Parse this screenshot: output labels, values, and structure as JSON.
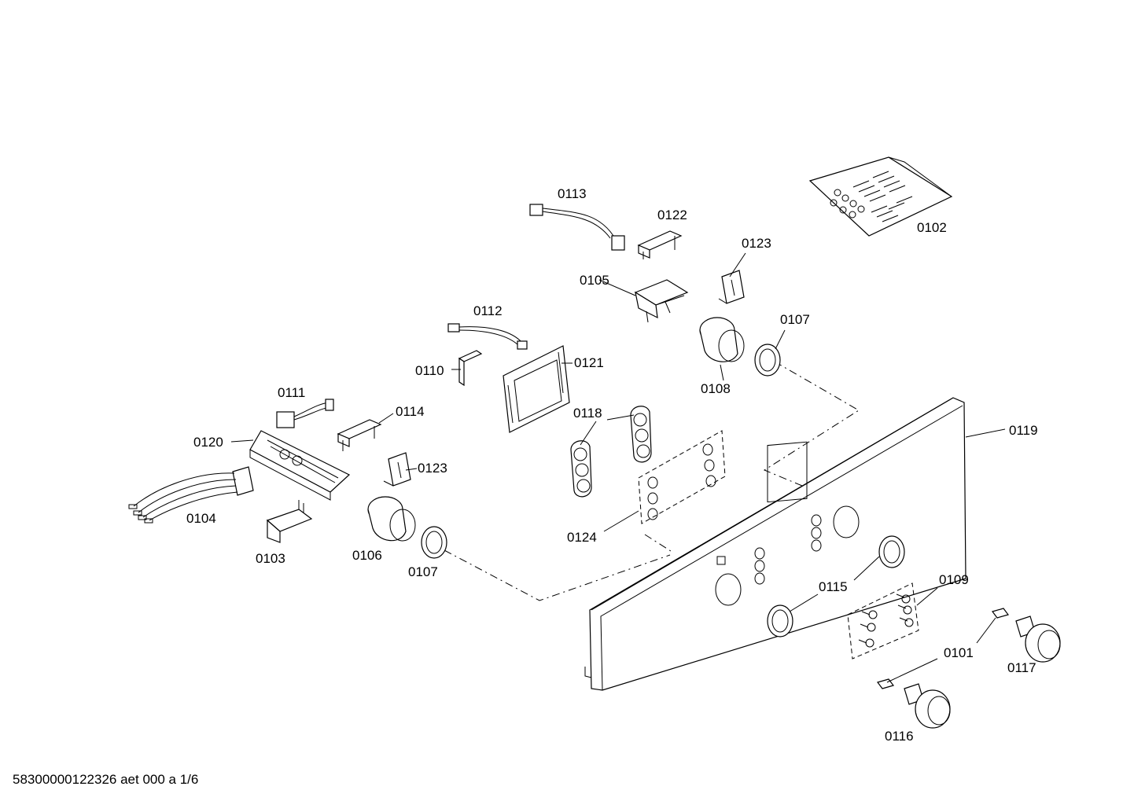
{
  "labels": {
    "p0113": "0113",
    "p0122": "0122",
    "p0102": "0102",
    "p0123a": "0123",
    "p0105": "0105",
    "p0107a": "0107",
    "p0112": "0112",
    "p0110": "0110",
    "p0121": "0121",
    "p0108": "0108",
    "p0111": "0111",
    "p0114": "0114",
    "p0118": "0118",
    "p0119": "0119",
    "p0120": "0120",
    "p0123b": "0123",
    "p0104": "0104",
    "p0103": "0103",
    "p0124": "0124",
    "p0106": "0106",
    "p0107b": "0107",
    "p0115": "0115",
    "p0109": "0109",
    "p0101": "0101",
    "p0117": "0117",
    "p0116": "0116"
  },
  "footer": "58300000122326 aet 000 a 1/6"
}
